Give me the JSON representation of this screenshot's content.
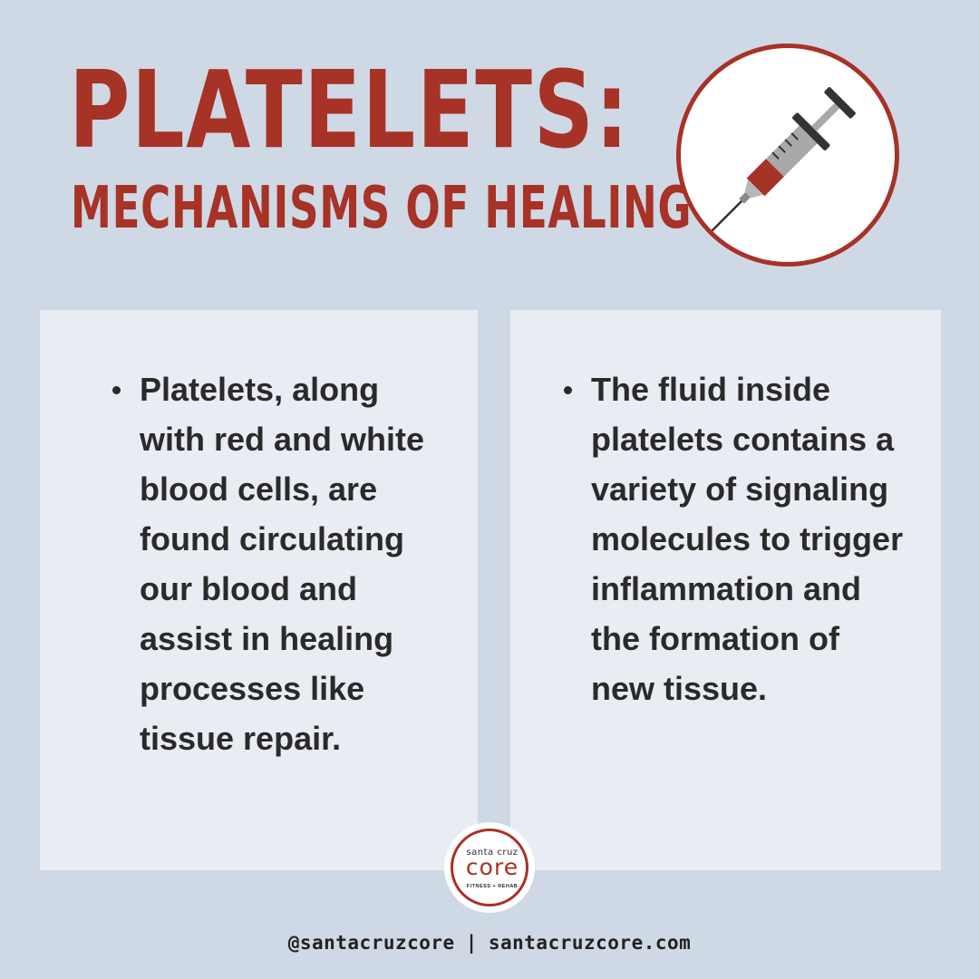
{
  "header": {
    "title": "PLATELETS:",
    "subtitle": "MECHANISMS OF HEALING"
  },
  "badge_icon": "syringe-icon",
  "colors": {
    "accent": "#a73226",
    "background": "#cfd8e5",
    "panel": "#e9ecf2",
    "text": "#2a2a2a"
  },
  "panels": [
    {
      "text": "Platelets, along with red and white blood cells, are found circulating our blood and assist in healing processes like tissue repair."
    },
    {
      "text": "The fluid inside platelets contains a variety of signaling molecules to trigger inflammation and the formation of new tissue."
    }
  ],
  "logo": {
    "line1": "santa cruz",
    "line2": "core",
    "line3": "FITNESS + REHAB"
  },
  "footer": {
    "handle": "@santacruzcore",
    "separator": "|",
    "website": "santacruzcore.com"
  }
}
